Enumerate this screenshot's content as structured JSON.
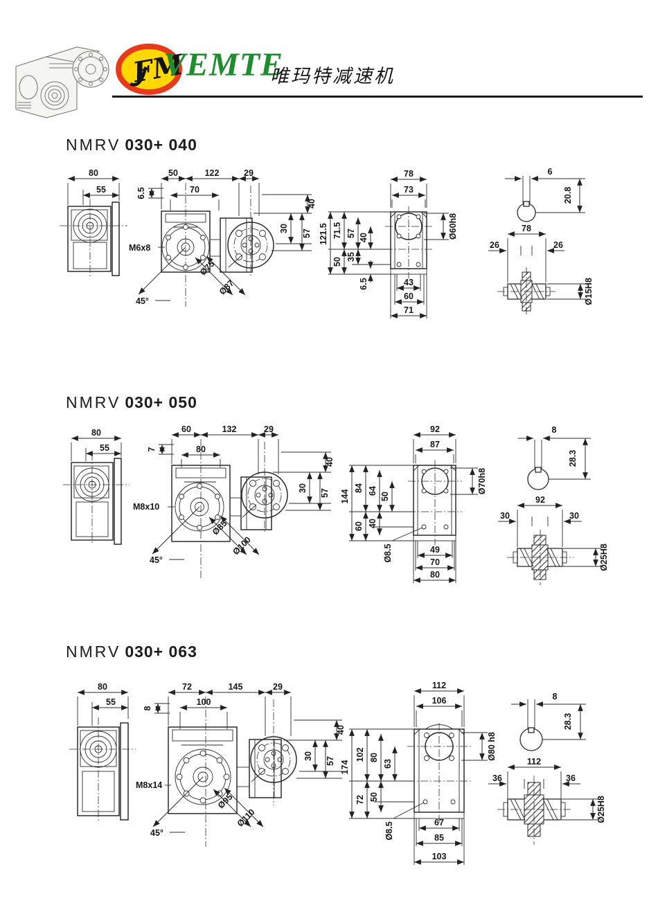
{
  "colors": {
    "brand_green": "#1e8c2f",
    "logo_ring": "#e8391b",
    "logo_fill": "#ffd800",
    "line_ink": "#2b2b2b"
  },
  "header": {
    "logo_text": "FM",
    "brand": "VEMTE",
    "brand_cn": "唯玛特减速机"
  },
  "sections": [
    {
      "title_prefix": "NMRV",
      "title_size": "030+ 040",
      "side": {
        "dim_total": "80",
        "dim_inner": "55"
      },
      "front": {
        "top_dims": [
          "50",
          "122",
          "29"
        ],
        "offset_dim": "6.5",
        "inner_dim": "70",
        "thread_label": "M6x8",
        "angle_label": "45°",
        "dia_labels": [
          "Ø75",
          "Ø87"
        ],
        "right_dims": [
          "40",
          "30",
          "57"
        ]
      },
      "back": {
        "top_dims": [
          "78",
          "73"
        ],
        "bore_label": "Ø60h8",
        "left_dims": [
          "121.5",
          "71.5",
          "57",
          "40"
        ],
        "left_lower_dims": [
          "50",
          "35"
        ],
        "bottom_left_label": "6.5",
        "bottom_dims": [
          "43",
          "60",
          "71"
        ]
      },
      "shaft": {
        "key_width": "6",
        "key_depth": "20.8",
        "total_width": "78",
        "side_dims": [
          "26",
          "26"
        ],
        "bore_label": "Ø15H8"
      }
    },
    {
      "title_prefix": "NMRV",
      "title_size": "030+ 050",
      "side": {
        "dim_total": "80",
        "dim_inner": "55"
      },
      "front": {
        "top_dims": [
          "60",
          "132",
          "29"
        ],
        "offset_dim": "7",
        "inner_dim": "80",
        "thread_label": "M8x10",
        "angle_label": "45°",
        "dia_labels": [
          "Ø85",
          "Ø100"
        ],
        "right_dims": [
          "40",
          "30",
          "57"
        ]
      },
      "back": {
        "top_dims": [
          "92",
          "87"
        ],
        "bore_label": "Ø70h8",
        "left_dims": [
          "144",
          "84",
          "64",
          "50"
        ],
        "left_lower_dims": [
          "60",
          "40"
        ],
        "bottom_left_label": "Ø8.5",
        "bottom_dims": [
          "49",
          "70",
          "80"
        ]
      },
      "shaft": {
        "key_width": "8",
        "key_depth": "28.3",
        "total_width": "92",
        "side_dims": [
          "30",
          "30"
        ],
        "bore_label": "Ø25H8"
      }
    },
    {
      "title_prefix": "NMRV",
      "title_size": "030+ 063",
      "side": {
        "dim_total": "80",
        "dim_inner": "55"
      },
      "front": {
        "top_dims": [
          "72",
          "145",
          "29"
        ],
        "offset_dim": "8",
        "inner_dim": "100",
        "thread_label": "M8x14",
        "angle_label": "45°",
        "dia_labels": [
          "Ø95",
          "Ø110"
        ],
        "right_dims": [
          "40",
          "30",
          "57"
        ]
      },
      "back": {
        "top_dims": [
          "112",
          "106"
        ],
        "bore_label": "Ø80 h8",
        "left_dims": [
          "174",
          "102",
          "80",
          "63"
        ],
        "left_lower_dims": [
          "72",
          "50"
        ],
        "bottom_left_label": "Ø8.5",
        "bottom_dims": [
          "67",
          "85",
          "103"
        ]
      },
      "shaft": {
        "key_width": "8",
        "key_depth": "28.3",
        "total_width": "112",
        "side_dims": [
          "36",
          "36"
        ],
        "bore_label": "Ø25H8"
      }
    }
  ]
}
